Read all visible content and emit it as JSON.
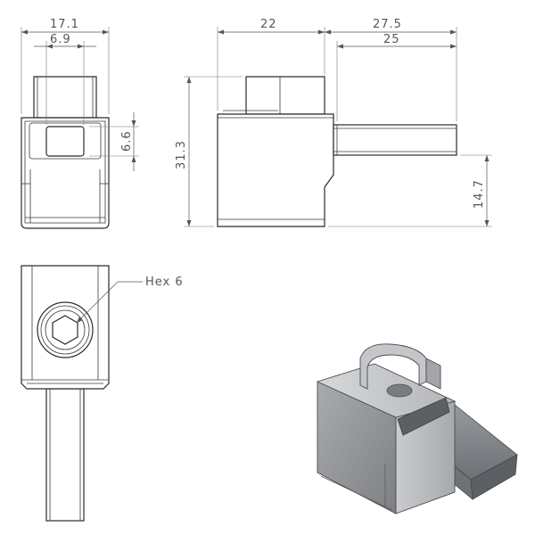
{
  "dimensions": {
    "front_overall_width": "17.1",
    "front_inner_width": "6.9",
    "front_slot_height": "6.6",
    "side_body_width": "22",
    "side_bar_length": "27.5",
    "side_bar_inner_length": "25",
    "side_overall_height": "31.3",
    "side_bar_height": "14.7"
  },
  "callouts": {
    "hex_label": "Hex 6"
  },
  "colors": {
    "line": "#2b2b2b",
    "dimension": "#555555",
    "render_body": "#8d8f92",
    "render_bar": "#7e8186"
  }
}
